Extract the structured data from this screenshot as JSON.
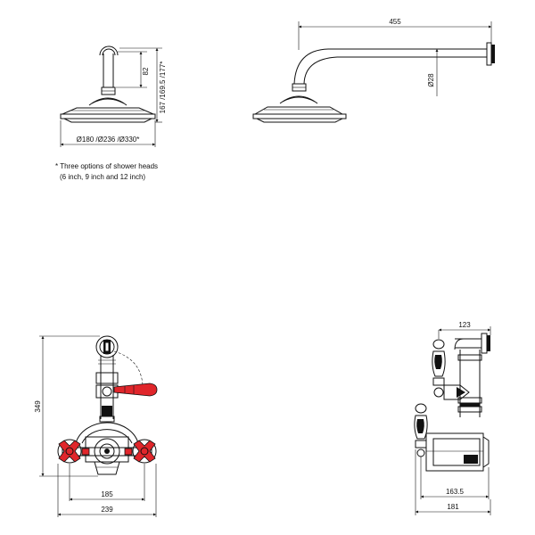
{
  "diagram": {
    "top_left": {
      "dim_arm_drop": "82",
      "dim_height_options": "167 /169.5 /177*",
      "dim_head_diameters": "Ø180 /Ø236 /Ø330*"
    },
    "note": {
      "line1": "* Three options of shower heads",
      "line2": "(6 inch, 9 inch and 12 inch)"
    },
    "top_right": {
      "dim_arm_length": "455",
      "dim_arm_diameter": "Ø28"
    },
    "bottom_left": {
      "dim_height": "349",
      "dim_inner_width": "185",
      "dim_outer_width": "239"
    },
    "bottom_right": {
      "dim_top_depth": "123",
      "dim_inner_depth": "163.5",
      "dim_outer_depth": "181"
    },
    "colors": {
      "handle": "#e0262b",
      "line": "#111111"
    }
  }
}
